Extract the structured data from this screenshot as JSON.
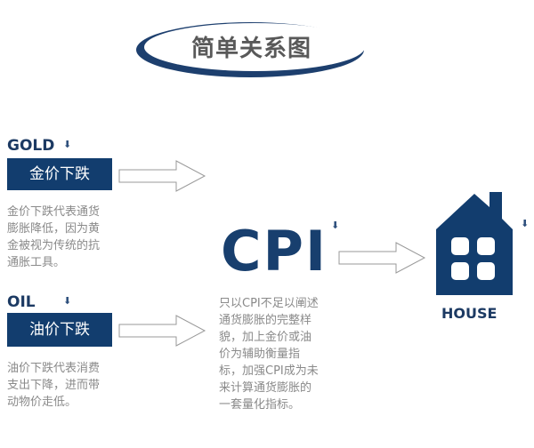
{
  "title": "简单关系图",
  "gold": {
    "label": "GOLD",
    "box": "金价下跌",
    "desc": [
      "金价下跌代表通货",
      "膨胀降低，因为黄",
      "金被视为传统的抗",
      "通胀工具。"
    ]
  },
  "oil": {
    "label": "OIL",
    "box": "油价下跌",
    "desc": [
      "油价下跌代表消费",
      "支出下降，进而带",
      "动物价走低。"
    ]
  },
  "cpi": {
    "label": "CPI",
    "desc": [
      "只以CPI不足以阐述",
      "通货膨胀的完整样",
      "貌，加上金价或油",
      "价为辅助衡量指",
      "标，加强CPI成为未",
      "来计算通货膨胀的",
      "一套量化指标。"
    ]
  },
  "house": {
    "label": "HOUSE"
  },
  "icons": {
    "marker": "down-arrow-marker-icon",
    "arrow": "right-arrow-icon",
    "house": "house-icon"
  },
  "colors": {
    "navy": "#123d6e",
    "gray_text": "#8a8a8a",
    "title_text": "#595959"
  }
}
